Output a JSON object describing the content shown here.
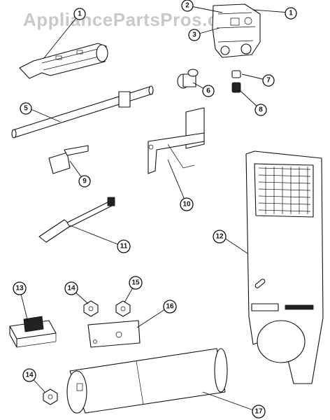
{
  "watermark": {
    "text": "AppliancePartsPros.com"
  },
  "callouts": [
    {
      "label": "1"
    },
    {
      "label": "2"
    },
    {
      "label": "1"
    },
    {
      "label": "3"
    },
    {
      "label": "5"
    },
    {
      "label": "6"
    },
    {
      "label": "7"
    },
    {
      "label": "8"
    },
    {
      "label": "9"
    },
    {
      "label": "10"
    },
    {
      "label": "11"
    },
    {
      "label": "12"
    },
    {
      "label": "13"
    },
    {
      "label": "14"
    },
    {
      "label": "15"
    },
    {
      "label": "16"
    },
    {
      "label": "14"
    },
    {
      "label": "17"
    }
  ]
}
